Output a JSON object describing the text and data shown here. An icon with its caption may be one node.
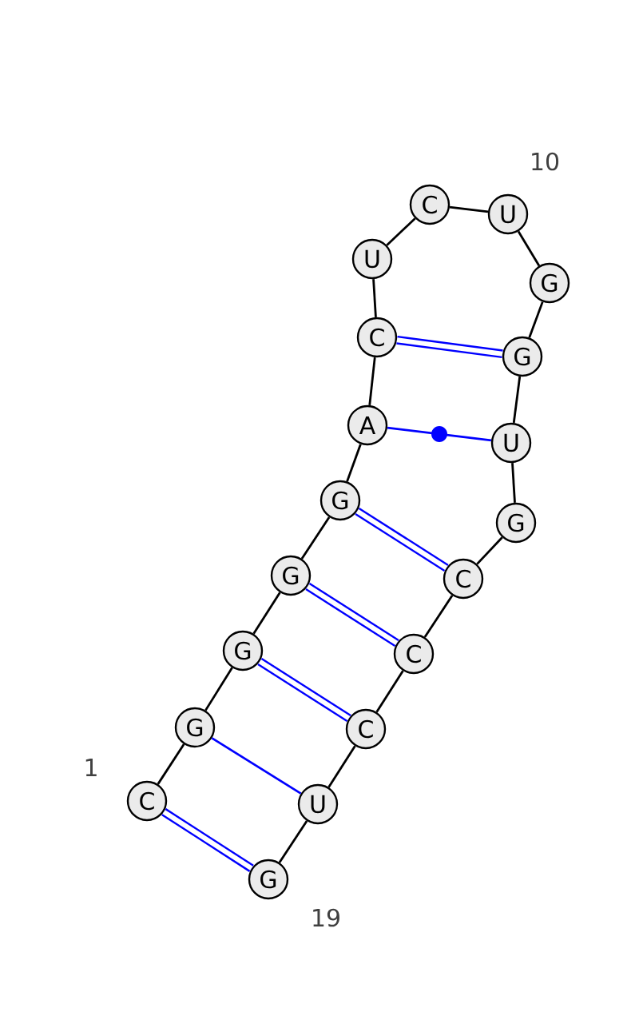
{
  "diagram": {
    "nodes": [
      {
        "text": [
          "C"
        ],
        "beside": [
          "1"
        ]
      },
      {
        "text": [
          "G"
        ]
      },
      {
        "text": [
          "G"
        ]
      },
      {
        "text": [
          "G"
        ]
      },
      {
        "text": [
          "G"
        ]
      },
      {
        "text": [
          "A"
        ]
      },
      {
        "text": [
          "C"
        ]
      },
      {
        "text": [
          "U"
        ]
      },
      {
        "text": [
          "C"
        ]
      },
      {
        "text": [
          "U"
        ],
        "beside": [
          "10"
        ]
      },
      {
        "text": [
          "G"
        ]
      },
      {
        "text": [
          "G"
        ]
      },
      {
        "text": [
          "U"
        ]
      },
      {
        "text": [
          "G"
        ]
      },
      {
        "text": [
          "C"
        ]
      },
      {
        "text": [
          "C"
        ]
      },
      {
        "text": [
          "C"
        ]
      },
      {
        "text": [
          "U"
        ]
      },
      {
        "text": [
          "G"
        ],
        "beside": [
          "19"
        ]
      }
    ],
    "edges": [
      {
        "from": 0,
        "to": 1,
        "arrow": "none"
      },
      {
        "from": 1,
        "to": 2,
        "arrow": "none"
      },
      {
        "from": 2,
        "to": 3,
        "arrow": "none"
      },
      {
        "from": 3,
        "to": 4,
        "arrow": "none"
      },
      {
        "from": 4,
        "to": 5,
        "arrow": "none"
      },
      {
        "from": 5,
        "to": 6,
        "arrow": "none"
      },
      {
        "from": 6,
        "to": 7,
        "arrow": "none"
      },
      {
        "from": 7,
        "to": 8,
        "arrow": "none"
      },
      {
        "from": 8,
        "to": 9,
        "arrow": "none"
      },
      {
        "from": 9,
        "to": 10,
        "arrow": "none"
      },
      {
        "from": 10,
        "to": 11,
        "arrow": "none"
      },
      {
        "from": 11,
        "to": 12,
        "arrow": "none"
      },
      {
        "from": 12,
        "to": 13,
        "arrow": "none"
      },
      {
        "from": 13,
        "to": 14,
        "arrow": "none"
      },
      {
        "from": 14,
        "to": 15,
        "arrow": "none"
      },
      {
        "from": 15,
        "to": 16,
        "arrow": "none"
      },
      {
        "from": 16,
        "to": 17,
        "arrow": "none"
      },
      {
        "from": 17,
        "to": 18,
        "arrow": "none"
      },
      {
        "from": 0,
        "to": 18,
        "arrow": "none",
        "style": "thick",
        "color": "#0000ff"
      },
      {
        "from": 1,
        "to": 17,
        "arrow": "none",
        "color": "#0000ff"
      },
      {
        "from": 2,
        "to": 16,
        "arrow": "none",
        "style": "thick",
        "color": "#0000ff"
      },
      {
        "from": 3,
        "to": 15,
        "arrow": "none",
        "style": "thick",
        "color": "#0000ff"
      },
      {
        "from": 4,
        "to": 14,
        "arrow": "none",
        "style": "thick",
        "color": "#0000ff"
      },
      {
        "from": 5,
        "to": 12,
        "arrow": "none",
        "color": "#0000ff"
      },
      {
        "from": 6,
        "to": 11,
        "arrow": "none",
        "style": "thick",
        "color": "#0000ff"
      }
    ]
  }
}
